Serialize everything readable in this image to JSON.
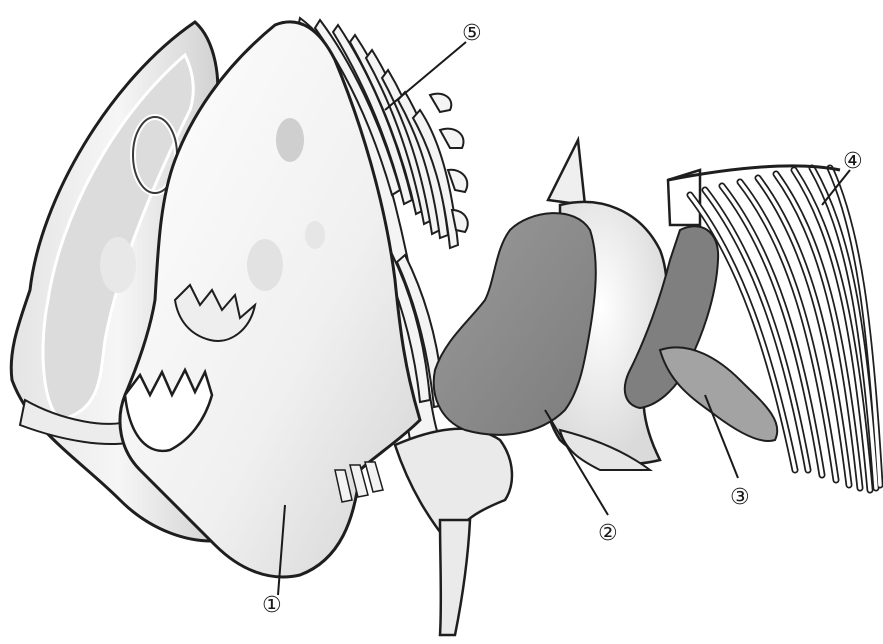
{
  "callouts": [
    {
      "id": "1",
      "glyph": "①"
    },
    {
      "id": "2",
      "glyph": "②"
    },
    {
      "id": "3",
      "glyph": "③"
    },
    {
      "id": "4",
      "glyph": "④"
    },
    {
      "id": "5",
      "glyph": "⑤"
    }
  ],
  "colors": {
    "bone": "#f2f2f2",
    "bone_shade": "#d9d9d9",
    "outline": "#1e1e1e",
    "organ_dark": "#8c8c8c",
    "organ_mid": "#9e9e9e",
    "organ_light": "#e6e6e6",
    "leader": "#1a1a1a"
  }
}
